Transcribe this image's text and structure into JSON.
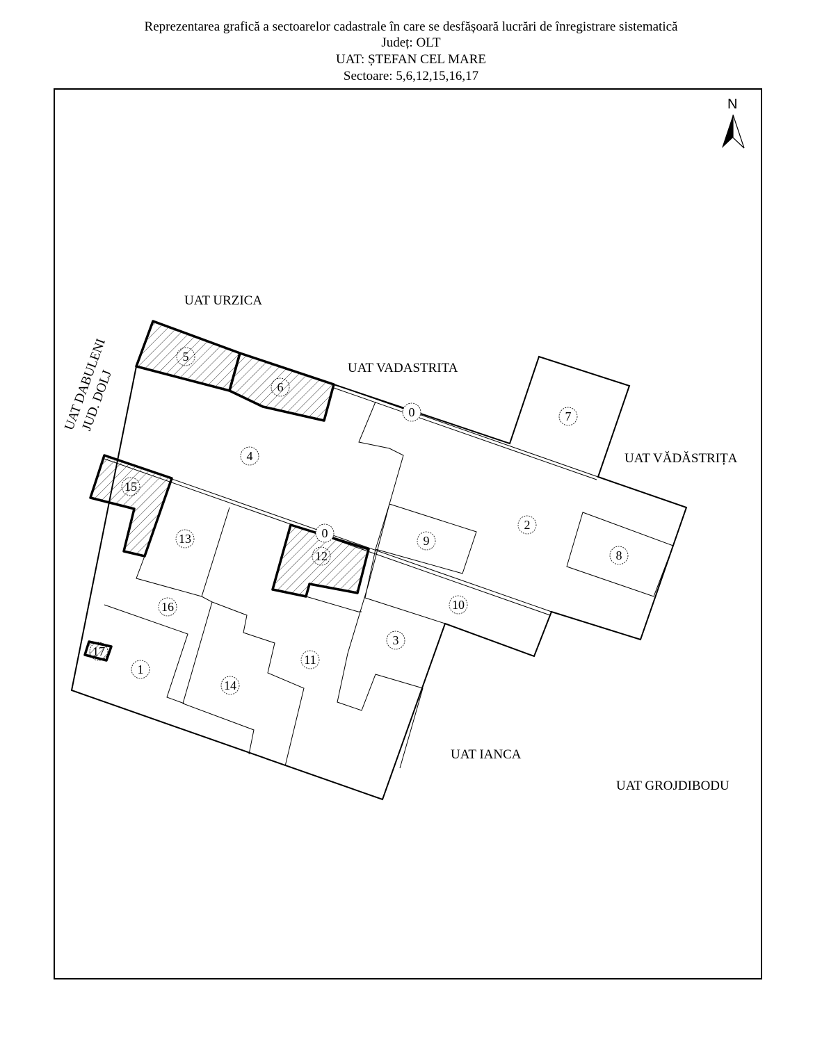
{
  "header": {
    "line1": "Reprezentarea grafică a sectoarelor cadastrale în care se desfășoară lucrări de înregistrare sistematică",
    "line2": "Județ: OLT",
    "line3": "UAT: ȘTEFAN CEL MARE",
    "line4": "Sectoare: 5,6,12,15,16,17"
  },
  "map": {
    "north_label": "N",
    "neighbors": {
      "urzica": "UAT URZICA",
      "vadastrita_n": "UAT VADASTRITA",
      "vadastrita_e": "UAT VĂDĂSTRIȚA",
      "dabuleni_1": "UAT DABULENI",
      "dabuleni_2": "JUD. DOLJ",
      "ianca": "UAT  IANCA",
      "grojdibodu": "UAT GROJDIBODU"
    },
    "sectors": {
      "s0a": "0",
      "s0b": "0",
      "s1": "1",
      "s2": "2",
      "s3": "3",
      "s4": "4",
      "s5": "5",
      "s6": "6",
      "s7": "7",
      "s8": "8",
      "s9": "9",
      "s10": "10",
      "s11": "11",
      "s12": "12",
      "s13": "13",
      "s14": "14",
      "s15": "15",
      "s16": "16",
      "s17": "17"
    },
    "highlighted_sectors": [
      "5",
      "6",
      "12",
      "15",
      "16",
      "17"
    ]
  }
}
